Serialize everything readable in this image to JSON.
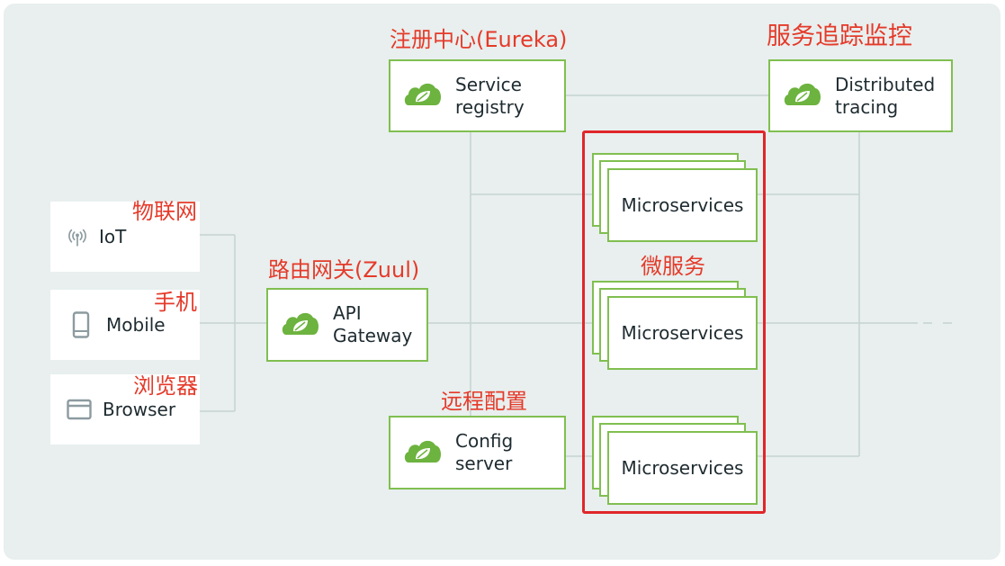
{
  "colors": {
    "background": "#e8efee",
    "accent_green": "#80bf50",
    "leaf_green": "#6db33f",
    "wire": "#c6d4d1",
    "annotation_red": "#e53a2a",
    "highlight_frame": "#e0262a",
    "text": "#1e2b30",
    "icon_gray": "#8c9ba0"
  },
  "clients": [
    {
      "label": "IoT",
      "icon": "antenna-icon",
      "note": "物联网"
    },
    {
      "label": "Mobile",
      "icon": "mobile-phone-icon",
      "note": "手机"
    },
    {
      "label": "Browser",
      "icon": "browser-window-icon",
      "note": "浏览器"
    }
  ],
  "gateway": {
    "label": "API\nGateway",
    "note": "路由网关(Zuul)",
    "icon": "spring-leaf-icon"
  },
  "registry": {
    "label": "Service\nregistry",
    "note": "注册中心(Eureka)",
    "icon": "spring-leaf-icon"
  },
  "config": {
    "label": "Config\nserver",
    "note": "远程配置",
    "icon": "spring-leaf-icon"
  },
  "tracing": {
    "label": "Distributed\ntracing",
    "note": "服务追踪监控",
    "icon": "spring-leaf-icon"
  },
  "microservices": {
    "note": "微服务",
    "items": [
      {
        "label": "Microservices"
      },
      {
        "label": "Microservices"
      },
      {
        "label": "Microservices"
      }
    ]
  }
}
